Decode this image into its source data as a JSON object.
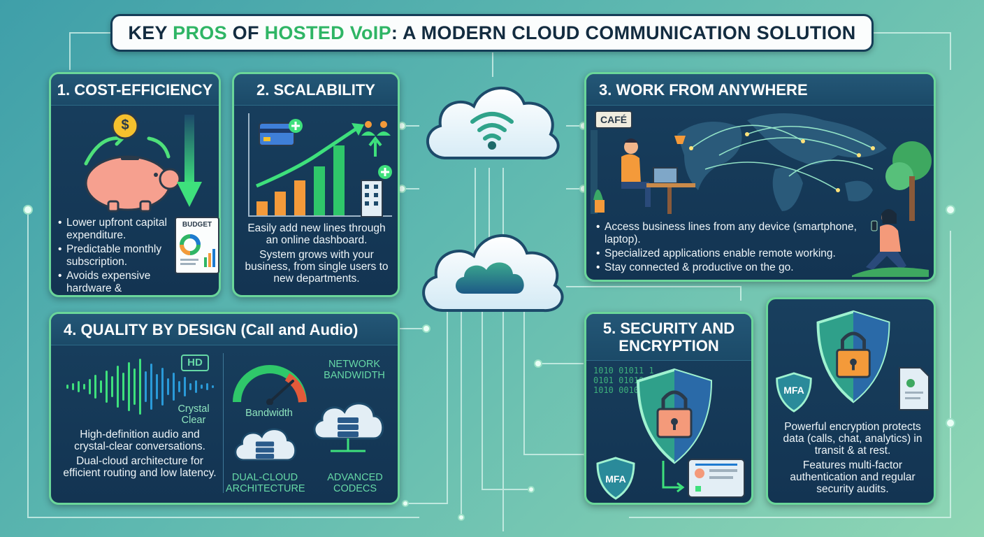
{
  "title": {
    "part1": "KEY ",
    "part2": "PROS",
    "part3": " OF ",
    "part4": "HOSTED VoIP",
    "part5": ": A MODERN CLOUD COMMUNICATION SOLUTION"
  },
  "panels": {
    "cost": {
      "title": "1. COST-EFFICIENCY",
      "items": [
        "Lower upfront capital expenditure.",
        "Predictable monthly subscription.",
        "Avoids expensive hardware & maintenance."
      ],
      "budget_label": "BUDGET",
      "coin_symbol": "$"
    },
    "scalability": {
      "title": "2. SCALABILITY",
      "paragraphs": [
        "Easily add new lines through an online dashboard.",
        "System grows with your business, from single users to new departments."
      ]
    },
    "remote": {
      "title": "3. WORK FROM ANYWHERE",
      "cafe_label": "CAFÉ",
      "items": [
        "Access business lines from any device (smartphone, laptop).",
        "Specialized applications enable remote working.",
        "Stay connected & productive on the go."
      ]
    },
    "quality": {
      "title": "4. QUALITY BY DESIGN (Call and Audio)",
      "hd_label": "HD",
      "crystal_label": "Crystal Clear",
      "bandwidth_label": "Bandwidth",
      "network_label": "NETWORK BANDWIDTH",
      "dualcloud_label": "DUAL-CLOUD ARCHITECTURE",
      "codecs_label": "ADVANCED CODECS",
      "paragraphs": [
        "High-definition audio and crystal-clear conversations.",
        "Dual-cloud architecture for efficient routing and low latency."
      ]
    },
    "security": {
      "title": "5. SECURITY AND ENCRYPTION",
      "mfa_label": "MFA",
      "binary_text": "1010 01011 10101 01010 11010 00101"
    },
    "encryption": {
      "mfa_label": "MFA",
      "paragraphs": [
        "Powerful encryption protects data (calls, chat, analytics) in transit & at rest.",
        "Features multi-factor authentication and regular security audits."
      ]
    }
  },
  "colors": {
    "accent_green": "#2fb565",
    "panel_bg": "#163a58",
    "panel_border": "#6ad69a",
    "title_text": "#132c40"
  },
  "icons": [
    "piggy-bank-icon",
    "coin-icon",
    "down-arrow-icon",
    "budget-report-icon",
    "credit-card-icon",
    "growth-chart-icon",
    "building-icon",
    "user-add-icon",
    "wifi-cloud-icon",
    "cloud-icon",
    "world-map-icon",
    "person-laptop-icon",
    "person-phone-icon",
    "tree-icon",
    "sound-wave-icon",
    "speedometer-icon",
    "server-cloud-icon",
    "shield-lock-icon",
    "id-card-icon",
    "document-icon"
  ]
}
